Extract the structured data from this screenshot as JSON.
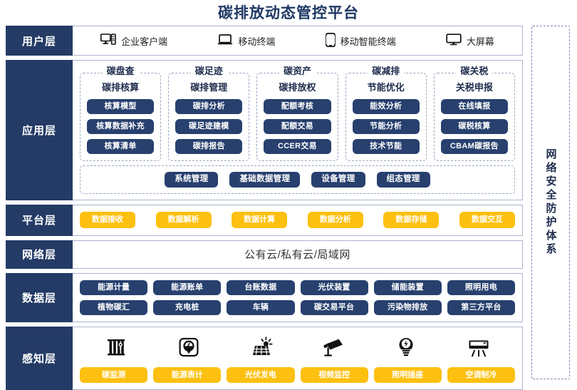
{
  "title": "碳排放动态管控平台",
  "colors": {
    "dark_blue": "#27406e",
    "label_blue": "#243b66",
    "accent_yellow": "#fdc010",
    "border_grey": "#a9b4cc"
  },
  "security_bar": {
    "label": "网络安全防护体系"
  },
  "layers": {
    "user": {
      "label": "用户层",
      "items": [
        {
          "icon": "desktop-tower-icon",
          "label": "企业客户端"
        },
        {
          "icon": "laptop-icon",
          "label": "移动终端"
        },
        {
          "icon": "smartphone-icon",
          "label": "移动智能终端"
        },
        {
          "icon": "large-screen-icon",
          "label": "大屏幕"
        }
      ]
    },
    "application": {
      "label": "应用层",
      "columns": [
        {
          "cap": "碳盘查",
          "group_title": "碳排核算",
          "items": [
            "核算模型",
            "核算数据补充",
            "核算清单"
          ]
        },
        {
          "cap": "碳足迹",
          "group_title": "碳排管理",
          "items": [
            "碳排分析",
            "碳足迹建模",
            "碳排报告"
          ]
        },
        {
          "cap": "碳资产",
          "group_title": "碳排放权",
          "items": [
            "配额考核",
            "配额交易",
            "CCER交易"
          ]
        },
        {
          "cap": "碳减排",
          "group_title": "节能优化",
          "items": [
            "能效分析",
            "节能分析",
            "技术节能"
          ]
        },
        {
          "cap": "碳关税",
          "group_title": "关税申报",
          "items": [
            "在线填报",
            "碳税核算",
            "CBAM碳报告"
          ]
        }
      ],
      "bottom_items": [
        "系统管理",
        "基础数据管理",
        "设备管理",
        "组态管理"
      ]
    },
    "platform": {
      "label": "平台层",
      "items": [
        "数据接收",
        "数据解析",
        "数据计算",
        "数据分析",
        "数据存储",
        "数据交互"
      ]
    },
    "network": {
      "label": "网络层",
      "text": "公有云/私有云/局域网"
    },
    "data": {
      "label": "数据层",
      "row1": [
        "能源计量",
        "能源账单",
        "台账数据",
        "光伏装置",
        "储能装置",
        "照明用电"
      ],
      "row2": [
        "植物碳汇",
        "充电桩",
        "车辆",
        "碳交易平台",
        "污染物排放",
        "第三方平台"
      ]
    },
    "sense": {
      "label": "感知层",
      "items": [
        {
          "icon": "carbon-monitor-icon",
          "label": "碳监测"
        },
        {
          "icon": "energy-meter-icon",
          "label": "能源表计"
        },
        {
          "icon": "solar-panel-icon",
          "label": "光伏发电"
        },
        {
          "icon": "cctv-camera-icon",
          "label": "视频监控"
        },
        {
          "icon": "lightbulb-socket-icon",
          "label": "照明插座"
        },
        {
          "icon": "air-conditioner-icon",
          "label": "空调制冷"
        }
      ]
    }
  }
}
